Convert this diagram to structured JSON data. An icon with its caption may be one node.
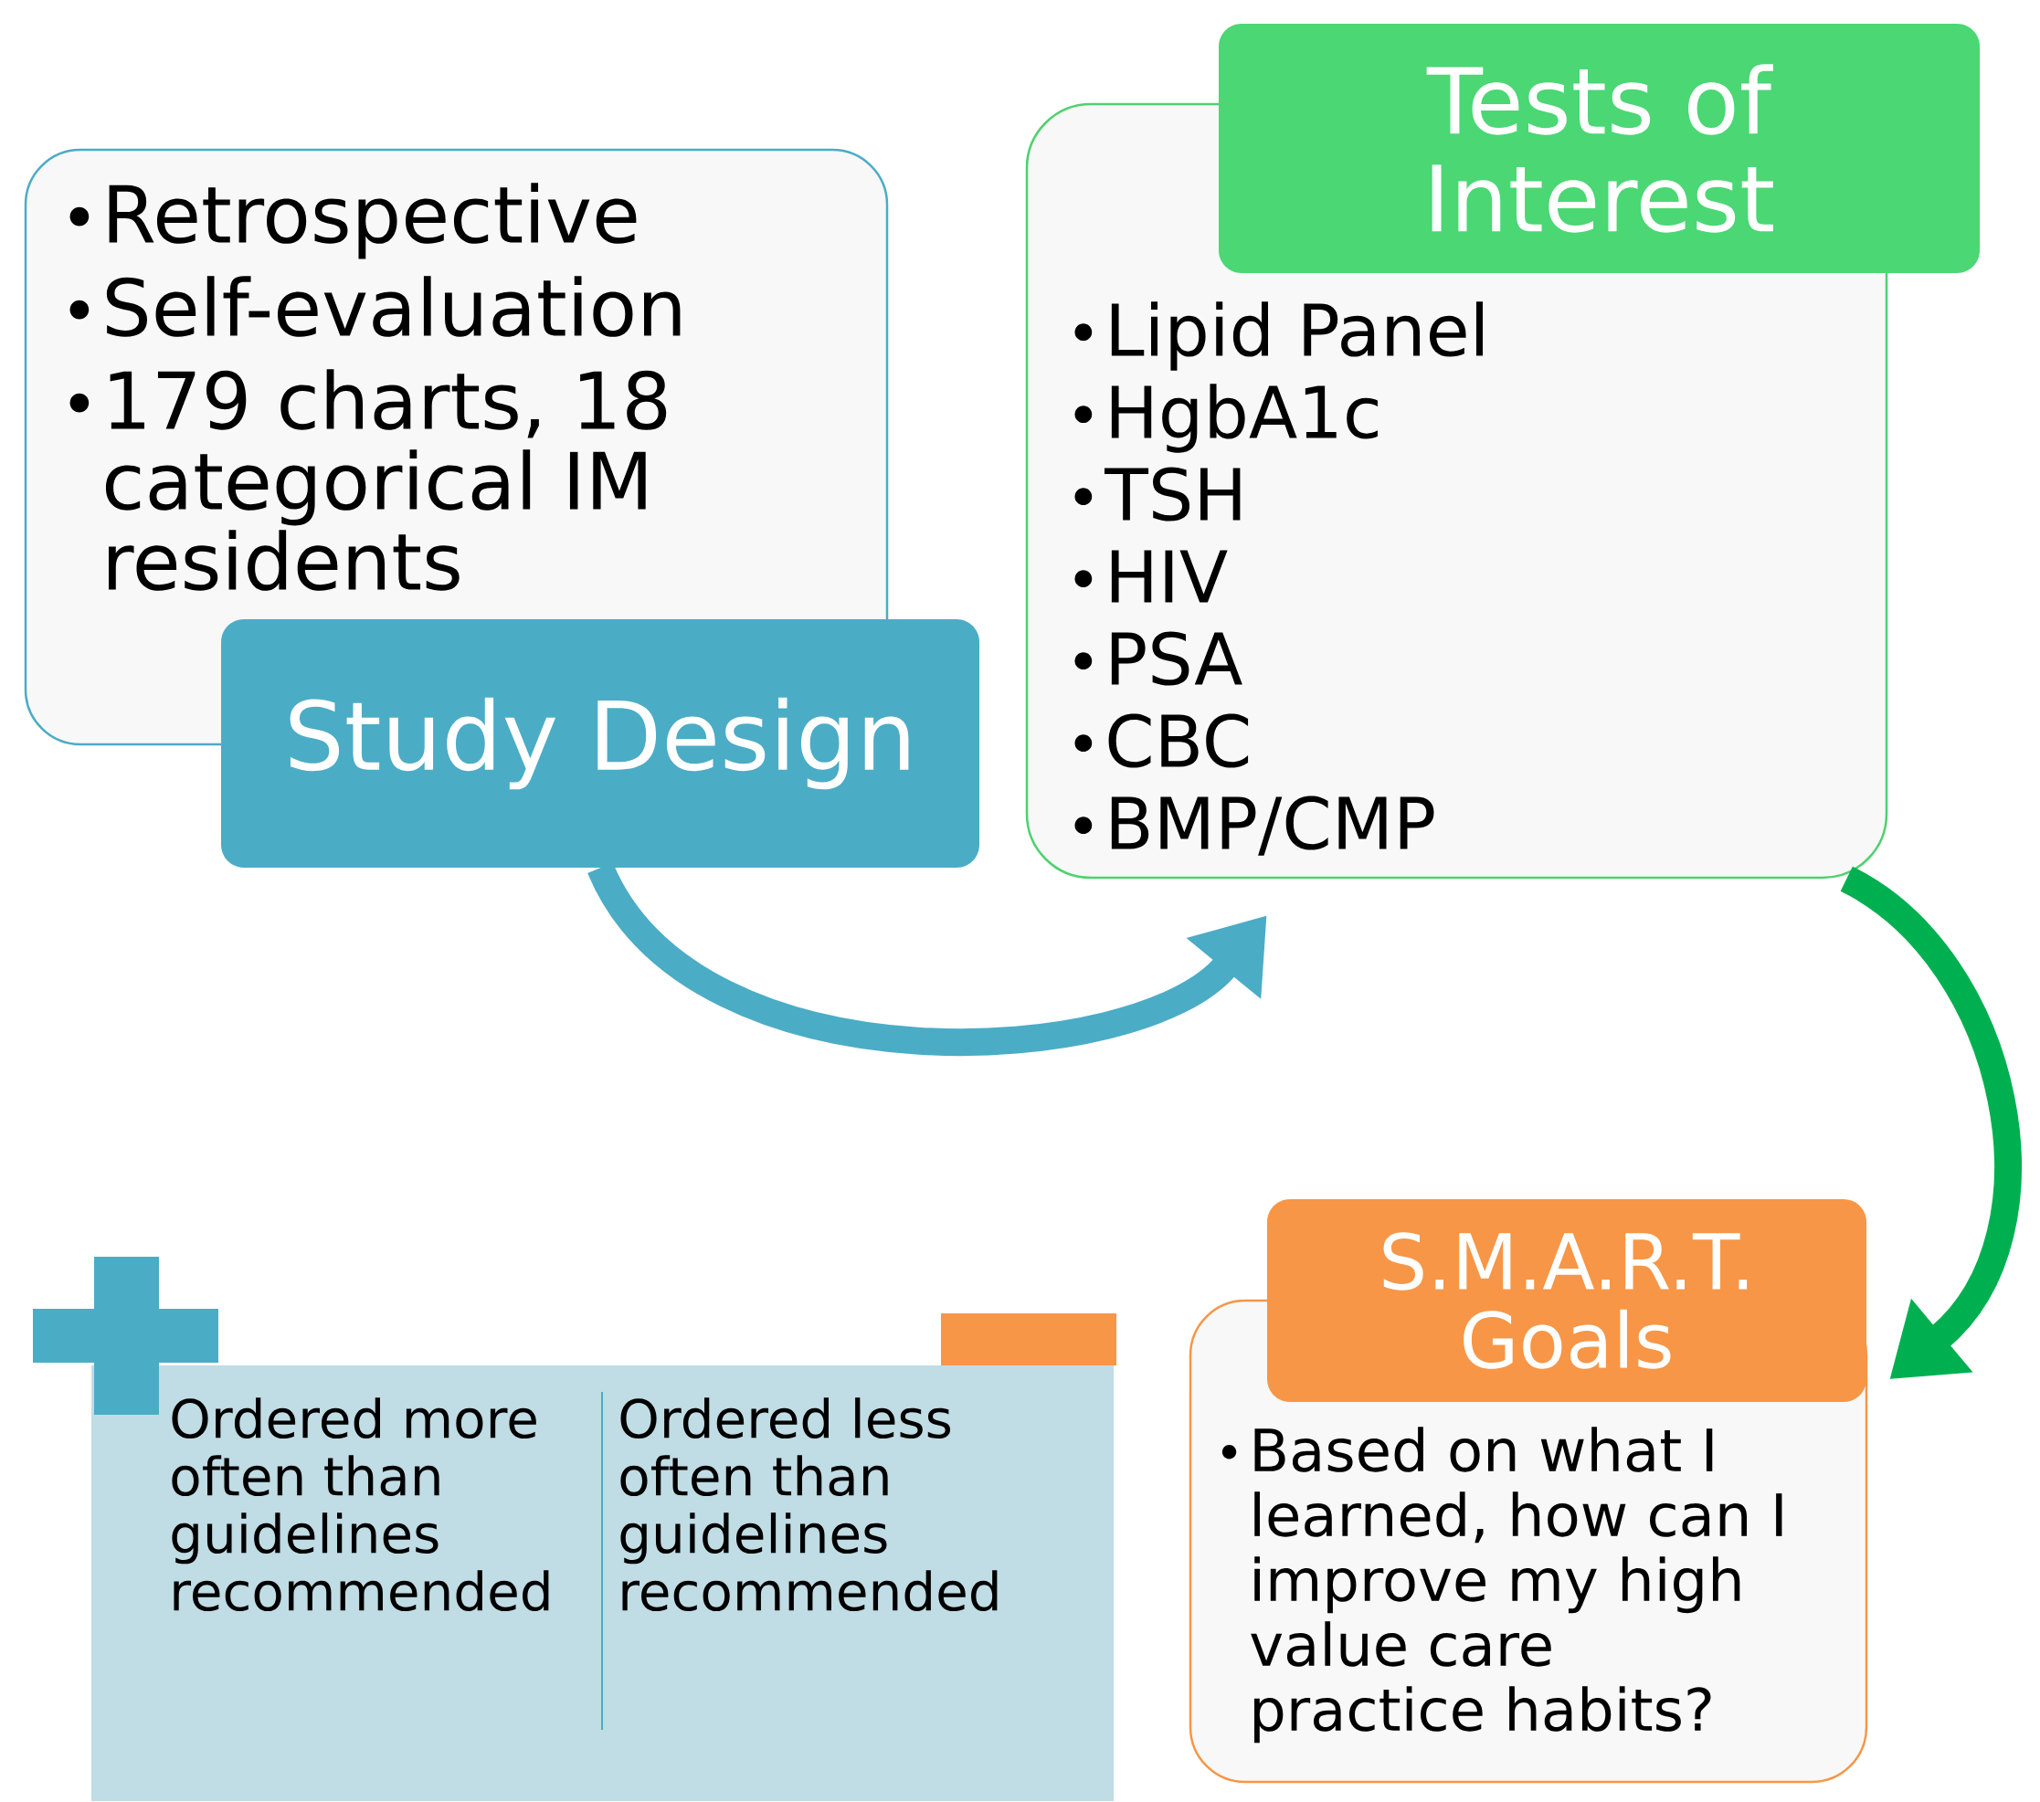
{
  "diagram": {
    "nodes": [
      {
        "text": [
          "Retrospective",
          "Self-evaluation",
          "179 charts, 18 categorical IM residents"
        ]
      },
      {
        "text": [
          "Study Design"
        ]
      },
      {
        "text": [
          "Lipid Panel",
          "HgbA1c",
          "TSH",
          "HIV",
          "PSA",
          "CBC",
          "BMP/CMP"
        ]
      },
      {
        "text": [
          "Tests of Interest"
        ]
      },
      {
        "text": [
          "Based on what I learned, how can I improve my high value care practice habits?"
        ]
      },
      {
        "text": [
          "S.M.A.R.T. Goals"
        ]
      },
      {
        "text": [
          "Ordered more often than guidelines recommended",
          "Ordered less often than guidelines recommended"
        ]
      }
    ],
    "edges": [
      {
        "from": 1,
        "to": 2,
        "arrow": "to",
        "color": "#4bacc6"
      },
      {
        "from": 2,
        "to": 5,
        "arrow": "to",
        "color": "#00b050"
      }
    ]
  }
}
